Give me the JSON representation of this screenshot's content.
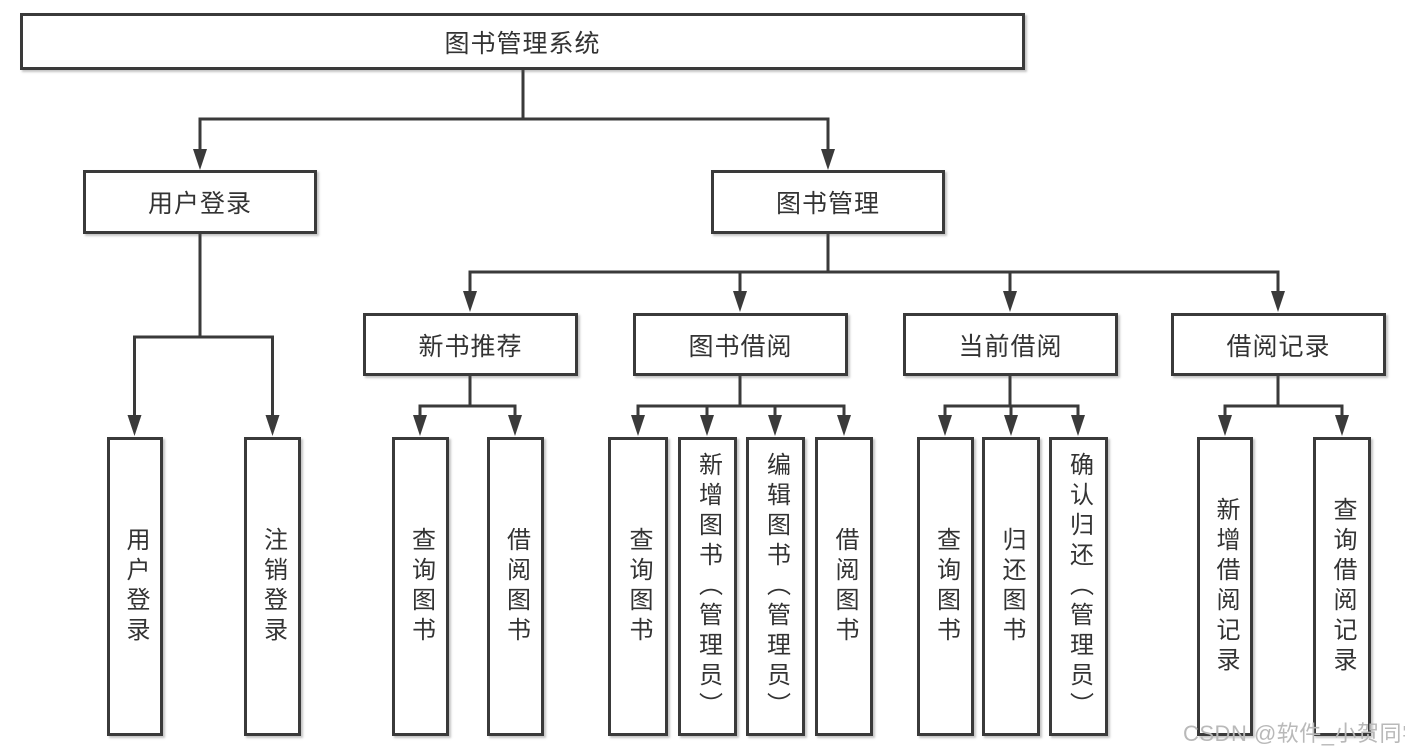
{
  "watermark": "CSDN @软件_小贺同学",
  "colors": {
    "border": "#3a3a3a",
    "line": "#3a3a3a",
    "text": "#333333",
    "watermark": "#b9b9b9",
    "background": "#ffffff"
  },
  "tree": {
    "root": {
      "label": "图书管理系统"
    },
    "branches": [
      {
        "label": "用户登录",
        "children": [
          {
            "label": "用户登录"
          },
          {
            "label": "注销登录"
          }
        ]
      },
      {
        "label": "图书管理",
        "children": [
          {
            "label": "新书推荐",
            "children": [
              {
                "label": "查询图书"
              },
              {
                "label": "借阅图书"
              }
            ]
          },
          {
            "label": "图书借阅",
            "children": [
              {
                "label": "查询图书"
              },
              {
                "label": "新增图书（管理员）"
              },
              {
                "label": "编辑图书（管理员）"
              },
              {
                "label": "借阅图书"
              }
            ]
          },
          {
            "label": "当前借阅",
            "children": [
              {
                "label": "查询图书"
              },
              {
                "label": "归还图书"
              },
              {
                "label": "确认归还（管理员）"
              }
            ]
          },
          {
            "label": "借阅记录",
            "children": [
              {
                "label": "新增借阅记录"
              },
              {
                "label": "查询借阅记录"
              }
            ]
          }
        ]
      }
    ]
  }
}
